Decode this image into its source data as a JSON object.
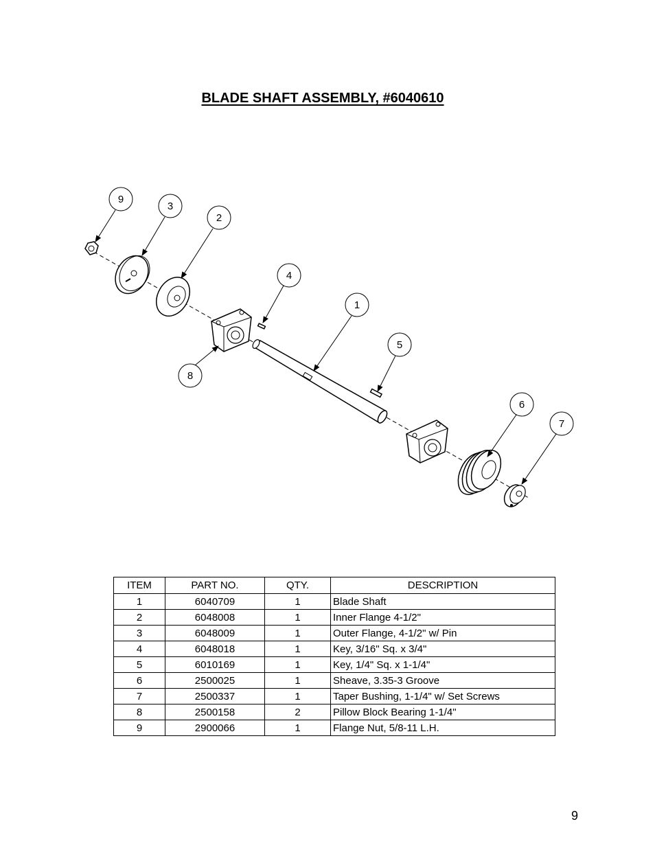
{
  "title": "BLADE SHAFT ASSEMBLY, #6040610",
  "callouts": {
    "c9": "9",
    "c3": "3",
    "c2": "2",
    "c4": "4",
    "c1": "1",
    "c5": "5",
    "c8": "8",
    "c6": "6",
    "c7": "7"
  },
  "table": {
    "headers": [
      "ITEM",
      "PART NO.",
      "QTY.",
      "DESCRIPTION"
    ],
    "rows": [
      [
        "1",
        "6040709",
        "1",
        "Blade Shaft"
      ],
      [
        "2",
        "6048008",
        "1",
        "Inner Flange 4-1/2\""
      ],
      [
        "3",
        "6048009",
        "1",
        "Outer Flange, 4-1/2\" w/ Pin"
      ],
      [
        "4",
        "6048018",
        "1",
        "Key, 3/16\" Sq. x 3/4\""
      ],
      [
        "5",
        "6010169",
        "1",
        "Key, 1/4\" Sq. x 1-1/4\""
      ],
      [
        "6",
        "2500025",
        "1",
        "Sheave, 3.35-3 Groove"
      ],
      [
        "7",
        "2500337",
        "1",
        "Taper Bushing, 1-1/4\" w/ Set Screws"
      ],
      [
        "8",
        "2500158",
        "2",
        "Pillow Block Bearing 1-1/4\""
      ],
      [
        "9",
        "2900066",
        "1",
        "Flange Nut, 5/8-11 L.H."
      ]
    ]
  },
  "page_number": "9"
}
